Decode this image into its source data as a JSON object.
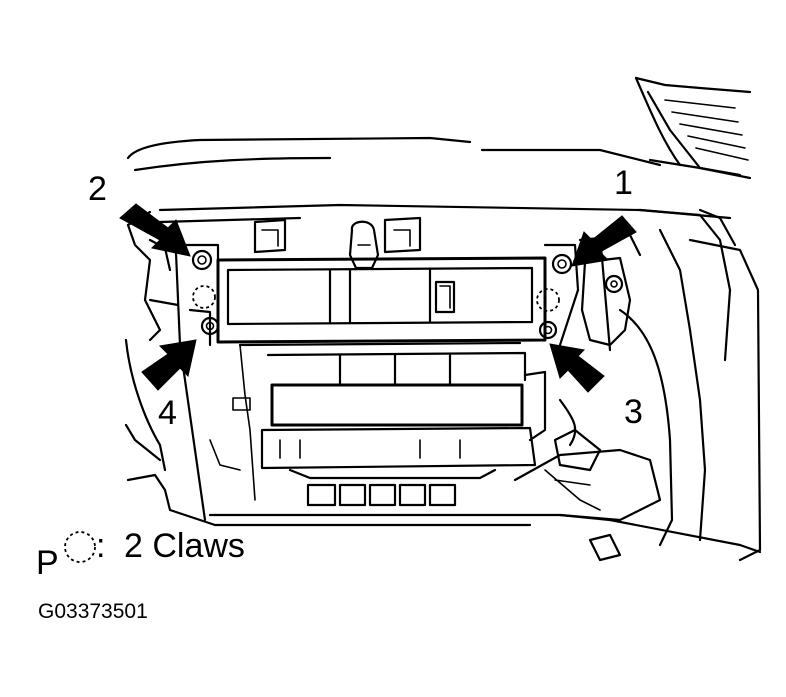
{
  "callouts": {
    "num1": "1",
    "num2": "2",
    "num3": "3",
    "num4": "4"
  },
  "legend": {
    "prefix": "P",
    "label": "2 Claws"
  },
  "figure_code": "G03373501"
}
